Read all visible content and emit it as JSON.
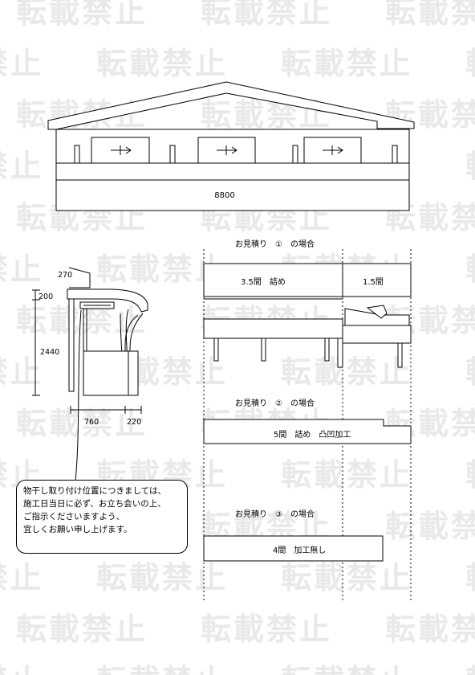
{
  "watermark": {
    "text": "転載禁止"
  },
  "top_view": {
    "width_label": "8800"
  },
  "section_view": {
    "label_270": "270",
    "label_200": "200",
    "label_2440": "2440",
    "label_760": "760",
    "label_220": "220"
  },
  "note": {
    "lines": [
      "物干し取り付け位置につきましては、",
      "施工日当日に必ず、お立ち会いの上、",
      "ご指示くださいますよう、",
      "宜しくお願い申し上げます。"
    ]
  },
  "estimate1": {
    "title": "お見積り　①　の場合",
    "main_label": "3.5間　詰め",
    "side_label": "1.5間"
  },
  "estimate2": {
    "title": "お見積り　②　の場合",
    "label": "5間　詰め　凸凹加工"
  },
  "estimate3": {
    "title": "お見積り　③　の場合",
    "label": "4間　加工無し"
  }
}
